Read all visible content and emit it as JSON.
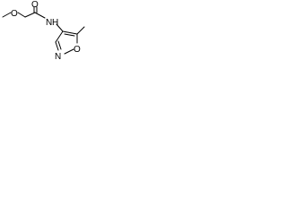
{
  "molecule": {
    "atoms": {
      "methoxy_oxygen": "O",
      "carbonyl_oxygen": "O",
      "amide_nitrogen": "N",
      "amide_hydrogen": "H",
      "ring_oxygen": "O",
      "ring_nitrogen": "N"
    }
  }
}
